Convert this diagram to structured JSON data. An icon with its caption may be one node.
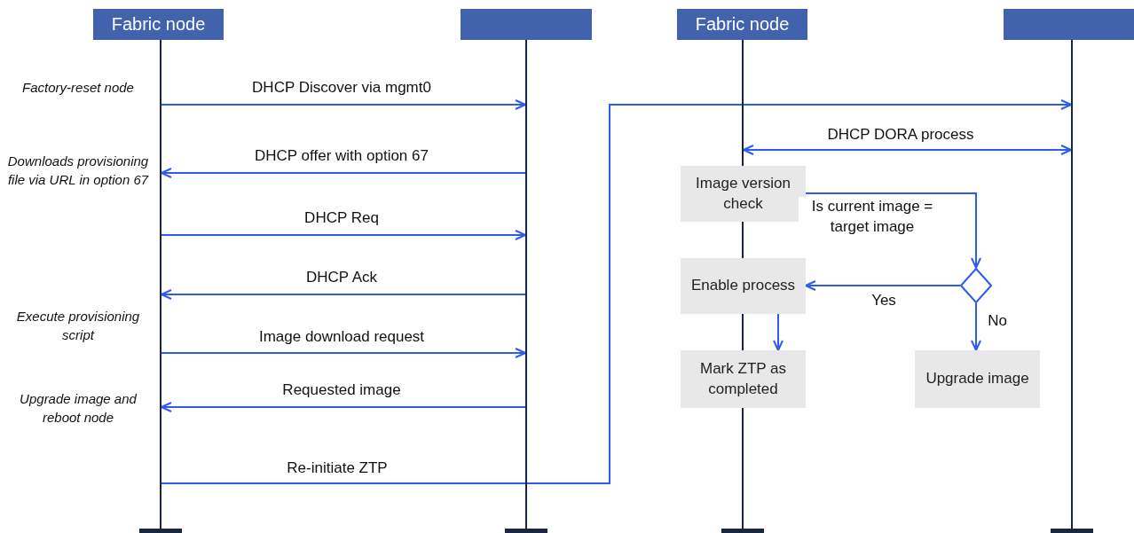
{
  "diagram": {
    "nodes": [
      {
        "text": [
          "Fabric node"
        ]
      },
      {
        "text": [],
        "shape": "box"
      },
      {
        "text": [
          "Fabric node"
        ]
      },
      {
        "text": [],
        "shape": "box"
      },
      {
        "text": [],
        "shape": "bar"
      },
      {
        "text": [],
        "shape": "bar"
      },
      {
        "text": [],
        "shape": "bar"
      },
      {
        "text": [],
        "shape": "bar"
      },
      {
        "text": [
          "Image version check"
        ]
      },
      {
        "text": [],
        "shape": "diamond"
      },
      {
        "text": [
          "Enable process"
        ]
      },
      {
        "text": [
          "Mark ZTP as completed"
        ]
      },
      {
        "text": [
          "Upgrade image"
        ]
      }
    ],
    "edges": [
      {
        "from": 4,
        "to": 5,
        "arrow": "to",
        "label": "DHCP Discover via mgmt0"
      },
      {
        "from": 5,
        "to": 4,
        "arrow": "to",
        "label": "DHCP offer with option 67"
      },
      {
        "from": 4,
        "to": 5,
        "arrow": "to",
        "label": "DHCP Req"
      },
      {
        "from": 5,
        "to": 4,
        "arrow": "to",
        "label": "DHCP Ack"
      },
      {
        "from": 4,
        "to": 5,
        "arrow": "to",
        "label": "Image download request"
      },
      {
        "from": 5,
        "to": 4,
        "arrow": "to",
        "label": "Requested image"
      },
      {
        "from": 4,
        "to": 7,
        "arrow": "to",
        "label": "Re-initiate ZTP"
      },
      {
        "from": 6,
        "to": 7,
        "arrow": "both",
        "label": "DHCP DORA process"
      },
      {
        "from": 8,
        "to": 9,
        "arrow": "to",
        "label": "Is current image = target image"
      },
      {
        "from": 9,
        "to": 10,
        "arrow": "to",
        "label": "Yes"
      },
      {
        "from": 9,
        "to": 12,
        "arrow": "to",
        "label": "No"
      },
      {
        "from": 10,
        "to": 11,
        "arrow": "to"
      }
    ],
    "labels": [
      "Factory-reset node",
      "Downloads provisioning file via URL in option 67",
      "Execute provisioning script",
      "Upgrade image and reboot node"
    ]
  }
}
